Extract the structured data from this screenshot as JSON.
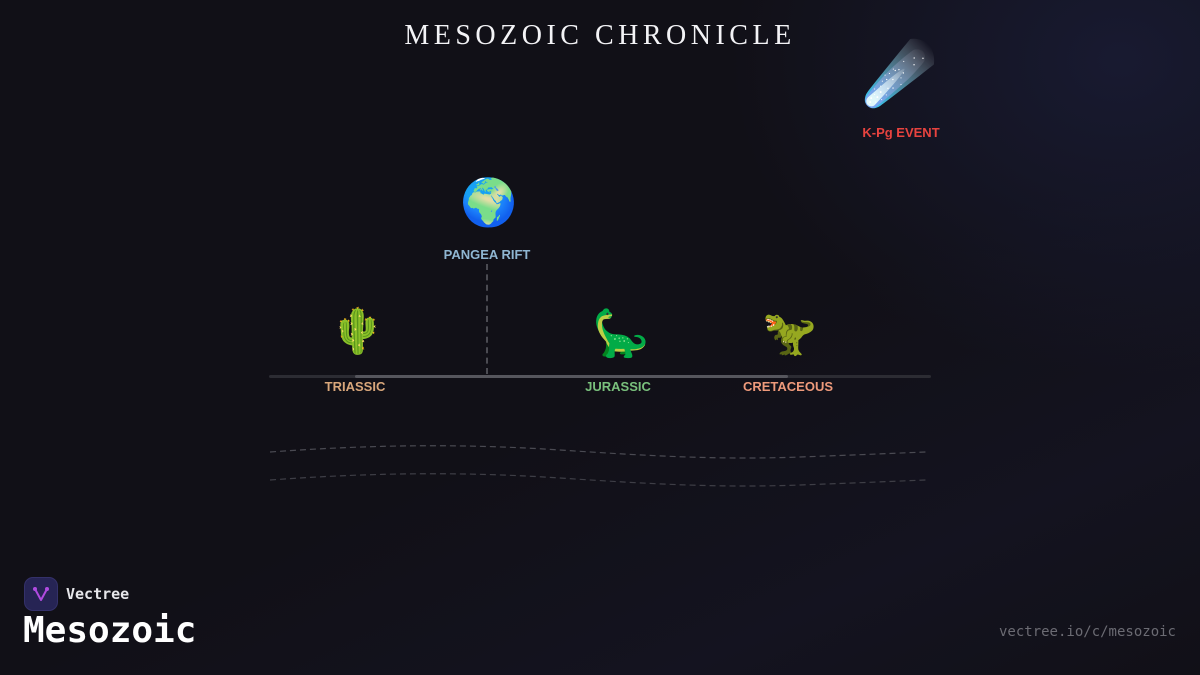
{
  "header": {
    "title": "MESOZOIC CHRONICLE"
  },
  "events": {
    "kpg": {
      "icon": "comet-icon",
      "glyph": "☄️",
      "label": "K-Pg EVENT",
      "color": "#e8433f"
    },
    "pangea": {
      "icon": "globe-icon",
      "glyph": "🌍",
      "label": "PANGEA RIFT",
      "color": "#8fb6d2"
    }
  },
  "periods": [
    {
      "icon": "cactus-icon",
      "glyph": "🌵",
      "label": "TRIASSIC",
      "color": "#d9a77b"
    },
    {
      "icon": "sauropod-icon",
      "glyph": "🦕",
      "label": "JURASSIC",
      "color": "#79c07c"
    },
    {
      "icon": "t-rex-icon",
      "glyph": "🦖",
      "label": "CRETACEOUS",
      "color": "#ee9a7b"
    }
  ],
  "colors": {
    "background": "#111017",
    "track": "#2c2c33",
    "track_fill": "#56565d",
    "wave": "#4a4a52",
    "brand_logo": "#262454",
    "brand_accent": "#b04be0"
  },
  "footer": {
    "brand_name": "Vectree",
    "page_name": "Mesozoic",
    "url": "vectree.io/c/mesozoic"
  }
}
